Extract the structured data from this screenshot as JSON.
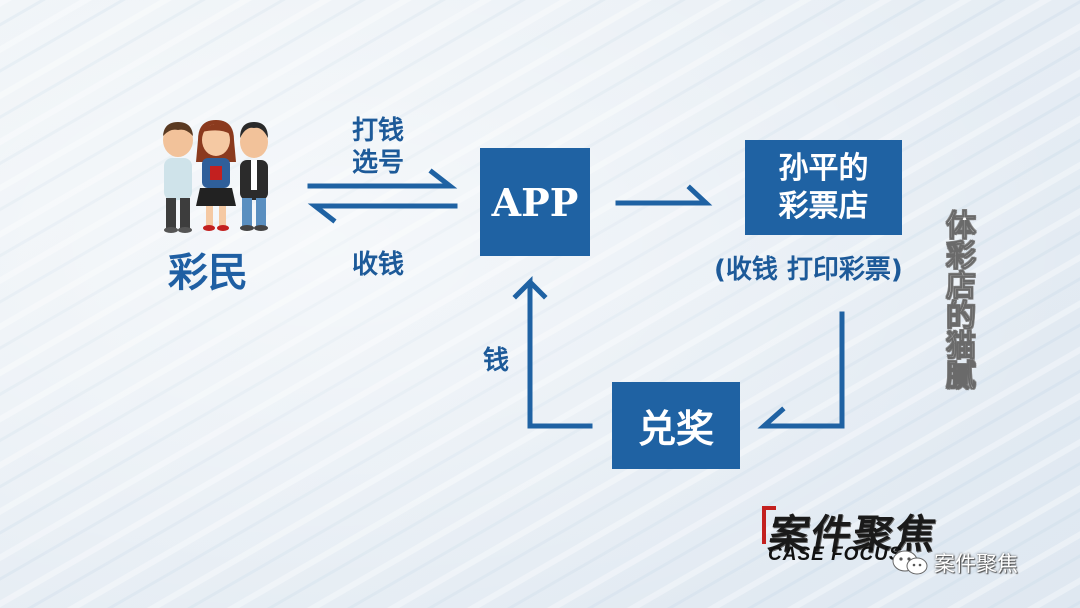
{
  "diagram": {
    "nodes": {
      "lottery_buyers": "彩民",
      "app": "APP",
      "store_line1": "孙平的",
      "store_line2": "彩票店",
      "store_note": "(收钱 打印彩票)",
      "redeem": "兑奖"
    },
    "edges": {
      "pay_line1": "打钱",
      "pay_line2": "选号",
      "collect": "收钱",
      "money": "钱"
    }
  },
  "side_caption": [
    "体",
    "彩",
    "店",
    "的",
    "猫",
    "腻"
  ],
  "logo": {
    "cn": "案件聚焦",
    "en": "CASE FOCUS"
  },
  "watermark": {
    "text": "案件聚焦",
    "icon": "wechat-icon"
  },
  "colors": {
    "box": "#1f62a3",
    "label": "#1d5a99",
    "background": "#e8eff5",
    "logo_accent": "#c3201f"
  }
}
